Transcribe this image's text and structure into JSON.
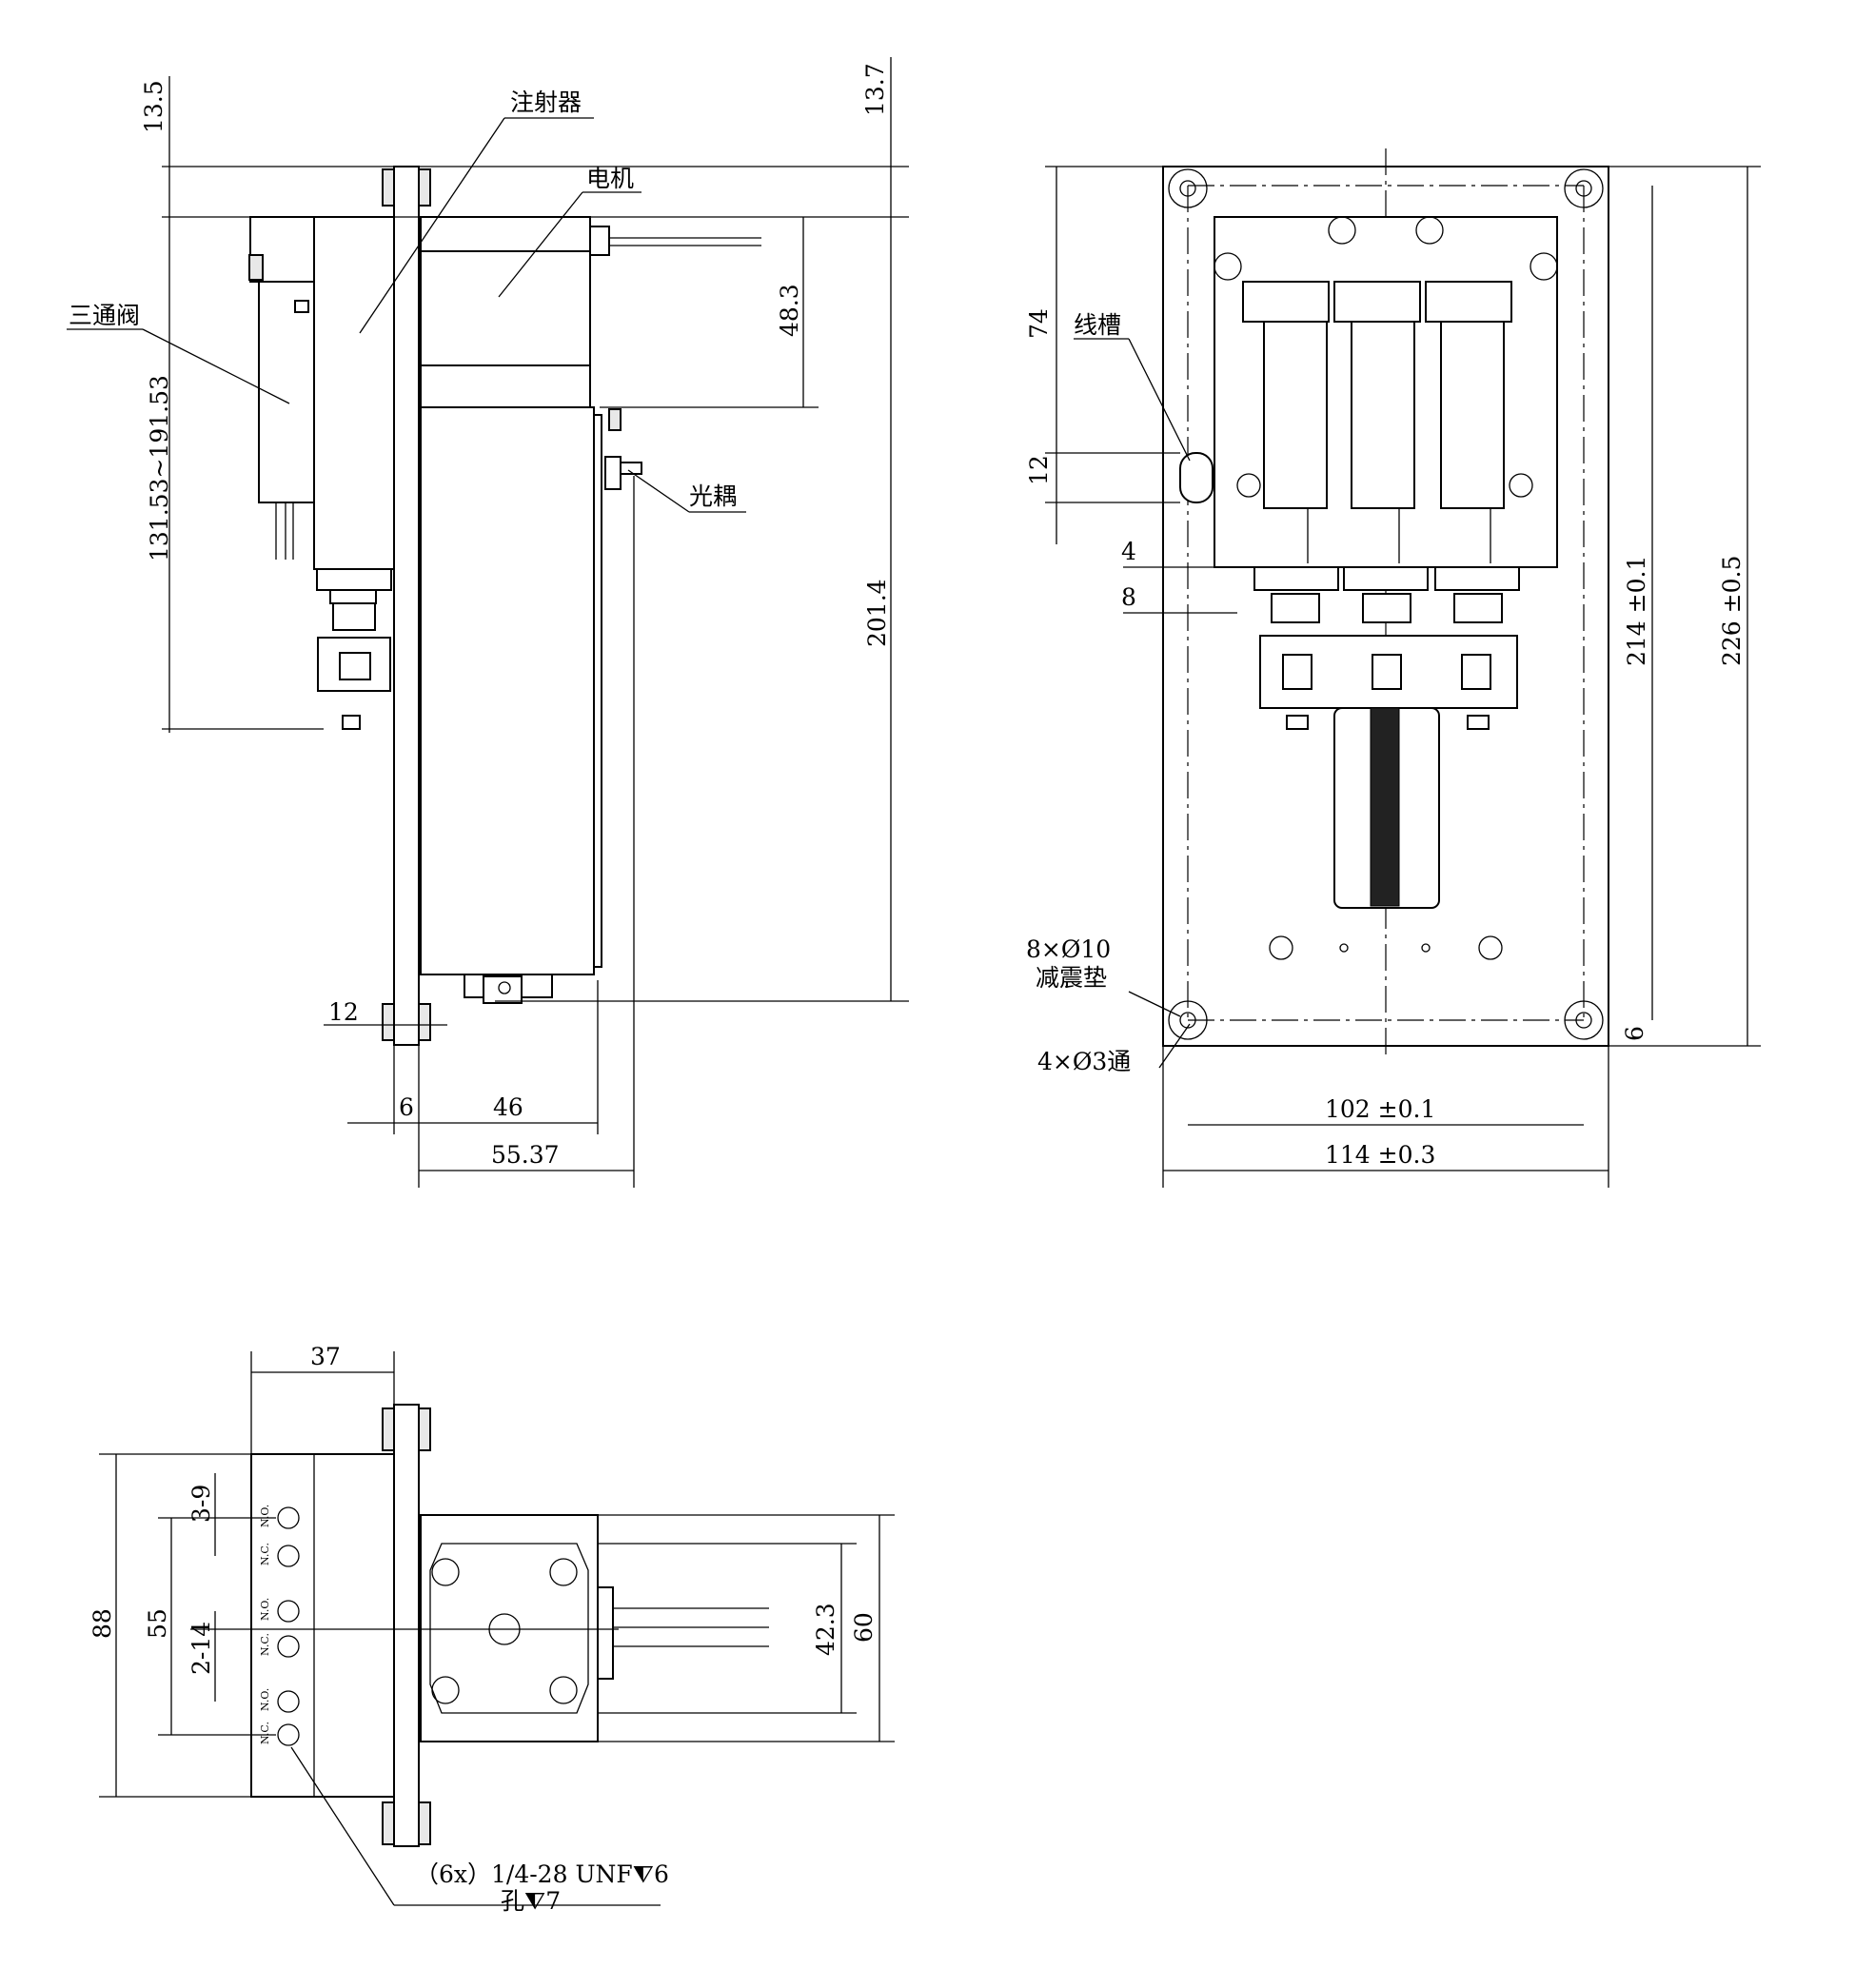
{
  "labels": {
    "three_way_valve": "三通阀",
    "syringe": "注射器",
    "motor": "电机",
    "optocoupler": "光耦",
    "wire_slot": "线槽",
    "damper_qty": "8×Ø10",
    "damper_name": "减震垫",
    "through_hole": "4×Ø3通",
    "thread_spec": "（6x）1/4-28 UNF⧨6",
    "hole_spec": "孔⧨7"
  },
  "dimensions": {
    "top_13_5": "13.5",
    "top_13_7": "13.7",
    "motor_48_3": "48.3",
    "stroke_range": "131.53~191.53",
    "height_201_4": "201.4",
    "flange_12": "12",
    "plate_6": "6",
    "body_46": "46",
    "depth_55_37": "55.37",
    "fv_74": "74",
    "fv_12": "12",
    "fv_4": "4",
    "fv_8": "8",
    "fv_214": "214 ±0.1",
    "fv_226": "226 ±0.5",
    "fv_6": "6",
    "fv_102": "102 ±0.1",
    "fv_114": "114 ±0.3",
    "tv_37": "37",
    "tv_88": "88",
    "tv_55": "55",
    "tv_3_9": "3-9",
    "tv_2_14": "2-14",
    "tv_42_3": "42.3",
    "tv_60": "60"
  },
  "port_labels": [
    "N.O.",
    "N.C.",
    "N.O.",
    "N.C.",
    "N.O.",
    "N.C."
  ]
}
